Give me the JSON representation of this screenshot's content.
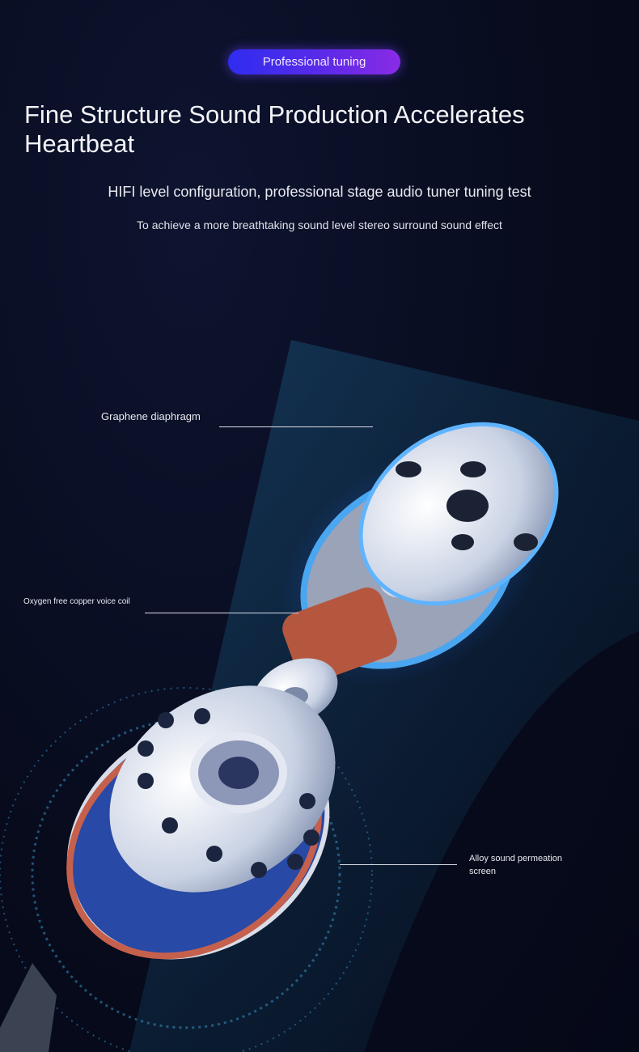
{
  "badge": "Professional tuning",
  "title": "Fine Structure Sound Production Accelerates Heartbeat",
  "subtitle": "HIFI level configuration, professional stage audio tuner tuning test",
  "description": "To achieve a more breathtaking sound level stereo surround sound effect",
  "callouts": {
    "graphene": "Graphene diaphragm",
    "coil": "Oxygen free copper voice coil",
    "screen": "Alloy sound permeation screen"
  }
}
